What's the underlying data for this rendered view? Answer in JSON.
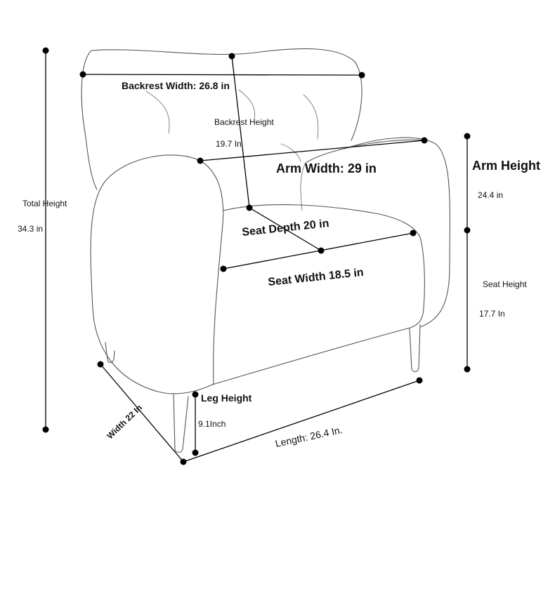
{
  "labels": {
    "backrest_width": "Backrest Width: 26.8 in",
    "backrest_height_title": "Backrest Height",
    "backrest_height_value": "19.7 In",
    "arm_width": "Arm Width: 29 in",
    "arm_height_title": "Arm Height",
    "arm_height_value": "24.4 in",
    "total_height_title": "Total Height",
    "total_height_value": "34.3 in",
    "seat_depth": "Seat Depth 20 in",
    "seat_width": "Seat Width 18.5 in",
    "seat_height_title": "Seat Height",
    "seat_height_value": "17.7 In",
    "leg_height_title": "Leg Height",
    "leg_height_value": "9.1Inch",
    "width": "Width 22 In",
    "length": "Length: 26.4 In."
  }
}
